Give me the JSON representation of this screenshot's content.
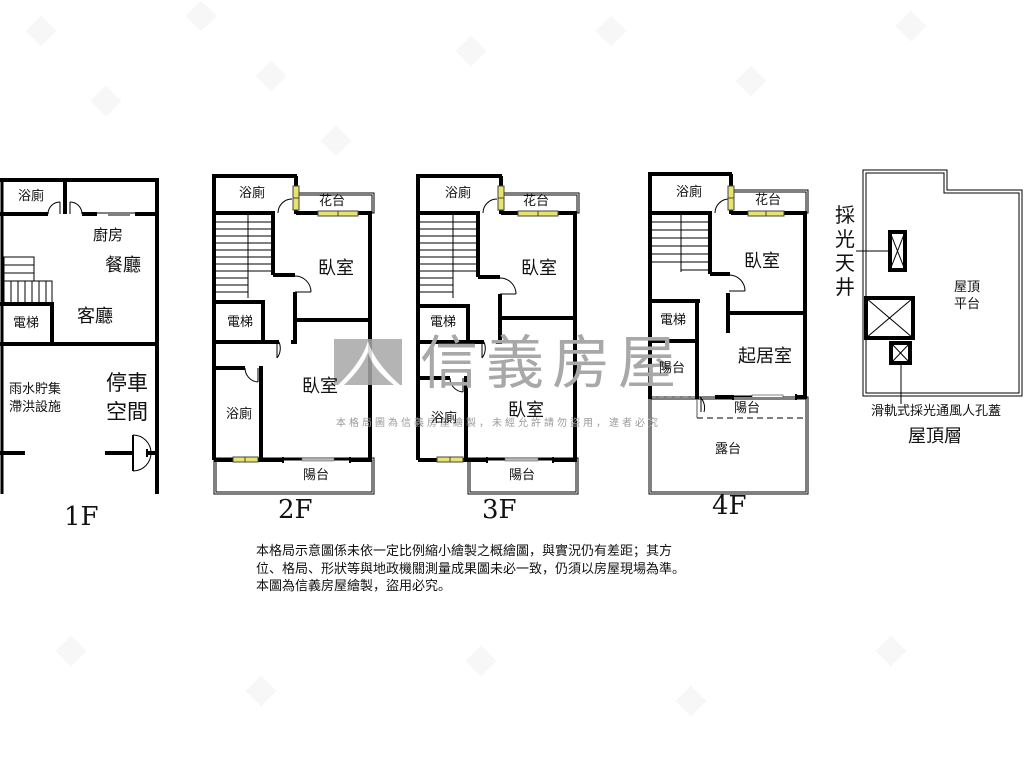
{
  "floors": {
    "f1": {
      "label": "1F",
      "rooms": {
        "bath": "浴廁",
        "kitchen": "廚房",
        "dining": "餐廳",
        "living": "客廳",
        "elevator": "電梯",
        "rain_1": "雨水貯集",
        "rain_2": "滯洪設施",
        "parking_1": "停車",
        "parking_2": "空間"
      }
    },
    "f2": {
      "label": "2F",
      "rooms": {
        "bath_top": "浴廁",
        "planter": "花台",
        "bedroom_top": "臥室",
        "elevator": "電梯",
        "bedroom_bottom": "臥室",
        "bath_bottom": "浴廁",
        "balcony": "陽台"
      }
    },
    "f3": {
      "label": "3F",
      "rooms": {
        "bath_top": "浴廁",
        "planter": "花台",
        "bedroom_top": "臥室",
        "elevator": "電梯",
        "bedroom_bottom": "臥室",
        "bath_bottom": "浴廁",
        "balcony": "陽台"
      }
    },
    "f4": {
      "label": "4F",
      "rooms": {
        "bath": "浴廁",
        "planter": "花台",
        "bedroom": "臥室",
        "elevator": "電梯",
        "family_room": "起居室",
        "balcony_left": "陽台",
        "balcony": "陽台",
        "terrace": "露台"
      }
    },
    "roof": {
      "label": "屋頂層",
      "rooms": {
        "roof_terrace_1": "屋頂",
        "roof_terrace_2": "平台"
      },
      "skylight_label": [
        "採",
        "光",
        "天",
        "井"
      ],
      "hatch_label": "滑軌式採光通風人孔蓋"
    }
  },
  "watermark": {
    "brand": "信義房屋",
    "notice": "本格局圖為信義房屋繪製，未經允許請勿盜用，違者必究"
  },
  "disclaimer": {
    "line1": "本格局示意圖係未依一定比例縮小繪製之概繪圖，與實況仍有差距；其方",
    "line2": "位、格局、形狀等與地政機關測量成果圖未必一致，仍須以房屋現場為準。",
    "line3": "本圖為信義房屋繪製，盜用必究。"
  },
  "colors": {
    "wall": "#000000",
    "window_fill": "#e8e36a",
    "watermark_gray": "#a8a8a8",
    "background": "#ffffff"
  }
}
